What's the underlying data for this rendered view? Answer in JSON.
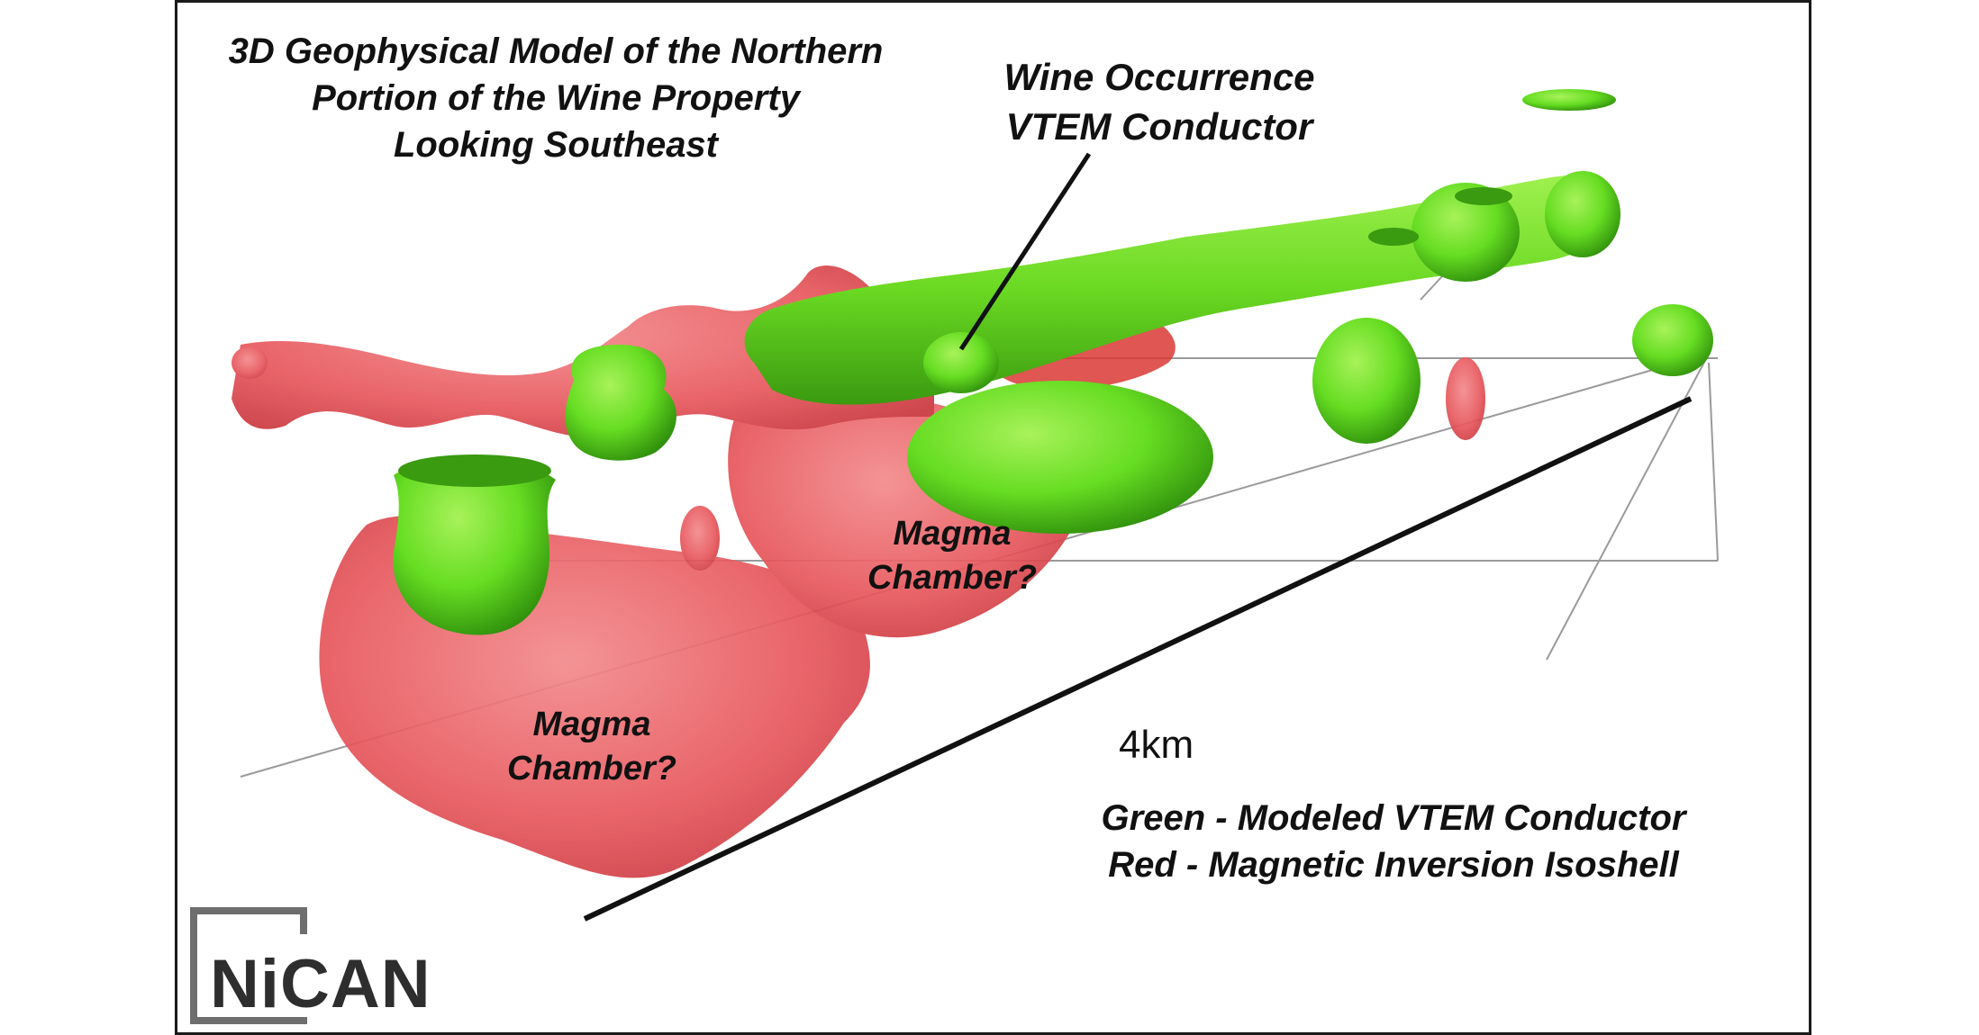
{
  "title": {
    "line1": "3D Geophysical Model of the Northern",
    "line2": "Portion of the Wine Property",
    "line3": "Looking Southeast"
  },
  "callout": {
    "line1": "Wine Occurrence",
    "line2": "VTEM Conductor"
  },
  "magma_labels": [
    {
      "line1": "Magma",
      "line2": "Chamber?"
    },
    {
      "line1": "Magma",
      "line2": "Chamber?"
    }
  ],
  "scale": {
    "label": "4km"
  },
  "legend": {
    "green": "Green - Modeled VTEM Conductor",
    "red": "Red - Magnetic Inversion Isoshell"
  },
  "logo": {
    "text": "NiCAN"
  },
  "colors": {
    "conductor": "#66dd22",
    "conductor_dark": "#3a9a10",
    "isoshell": "#e8595e",
    "isoshell_dark": "#c83a40",
    "grid": "#9a9a9a",
    "text": "#111111",
    "logo": "#6e6e6e"
  }
}
